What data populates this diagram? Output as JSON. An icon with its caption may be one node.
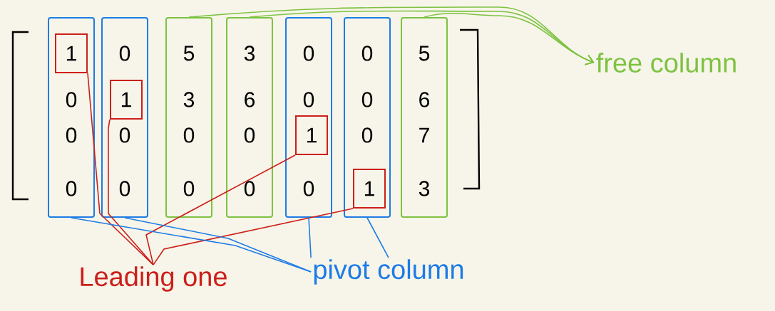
{
  "diagram": {
    "nodes": [
      {
        "text": [
          "0",
          "0",
          "0"
        ]
      },
      {
        "text": [
          "1"
        ],
        "in": 0
      },
      {
        "text": [
          "0",
          "0",
          "0"
        ]
      },
      {
        "text": [
          "1"
        ],
        "in": 2
      },
      {
        "text": [
          "5",
          "3",
          "0",
          "0"
        ]
      },
      {
        "text": [
          "3",
          "6",
          "0",
          "0"
        ]
      },
      {
        "text": [
          "0",
          "0",
          "0"
        ]
      },
      {
        "text": [
          "1"
        ],
        "in": 6
      },
      {
        "text": [
          "0",
          "0",
          "0"
        ]
      },
      {
        "text": [
          "1"
        ],
        "in": 8
      },
      {
        "text": [
          "5",
          "6",
          "7",
          "3"
        ]
      },
      {
        "text": [
          "Leading one"
        ]
      },
      {
        "text": [
          "pivot column"
        ]
      },
      {
        "text": [
          "free column"
        ]
      }
    ],
    "edges": [
      {
        "from": 11,
        "to": 1,
        "arrow": "none",
        "color": "#cc1f1a"
      },
      {
        "from": 11,
        "to": 3,
        "arrow": "none",
        "color": "#cc1f1a"
      },
      {
        "from": 11,
        "to": 7,
        "arrow": "none",
        "color": "#cc1f1a"
      },
      {
        "from": 11,
        "to": 9,
        "arrow": "none",
        "color": "#cc1f1a"
      },
      {
        "from": 12,
        "to": 0,
        "arrow": "none",
        "color": "#1e7be6"
      },
      {
        "from": 12,
        "to": 2,
        "arrow": "none",
        "color": "#1e7be6"
      },
      {
        "from": 12,
        "to": 6,
        "arrow": "none",
        "color": "#1e7be6"
      },
      {
        "from": 12,
        "to": 8,
        "arrow": "none",
        "color": "#1e7be6"
      },
      {
        "from": 4,
        "to": 13,
        "arrow": "to",
        "color": "#7dc242"
      },
      {
        "from": 5,
        "to": 13,
        "arrow": "to",
        "color": "#7dc242"
      },
      {
        "from": 10,
        "to": 13,
        "arrow": "to",
        "color": "#7dc242"
      }
    ]
  }
}
